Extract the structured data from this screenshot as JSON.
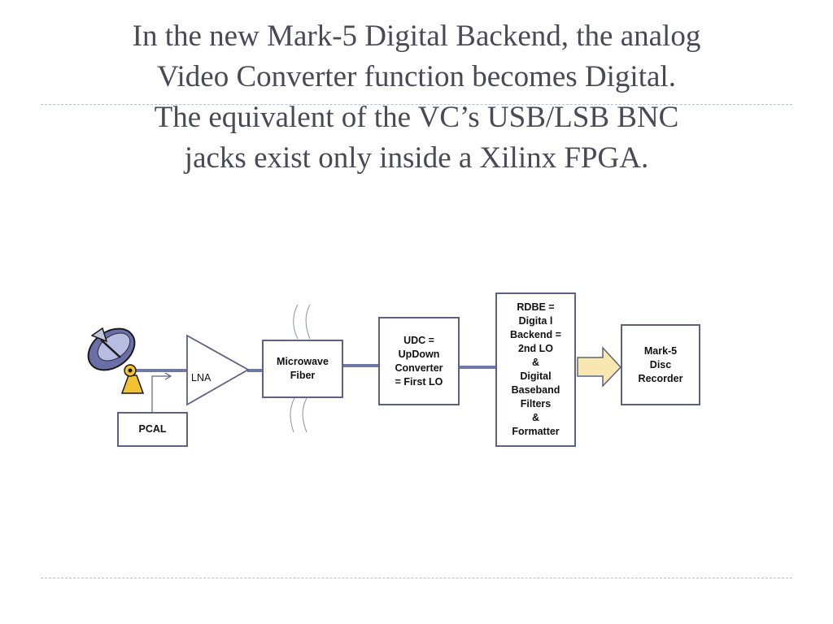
{
  "slide": {
    "title_lines": [
      "In the new Mark-5 Digital Backend, the analog",
      "Video Converter function becomes Digital.",
      "The equivalent of the VC’s USB/LSB BNC",
      "jacks exist only inside a Xilinx FPGA."
    ]
  },
  "diagram": {
    "antenna_icon": "satellite-dish-icon",
    "lna_label": "LNA",
    "pcal_label": "PCAL",
    "microwave_fiber_lines": [
      "Microwave",
      "Fiber"
    ],
    "udc_lines": [
      "UDC =",
      "UpDown",
      "Converter",
      "= First LO"
    ],
    "rdbe_lines": [
      "RDBE =",
      "Digita l",
      "Backend =",
      "2nd LO",
      "&",
      "Digital",
      "Baseband",
      "Filters",
      "&",
      "Formatter"
    ],
    "mark5_lines": [
      "Mark-5",
      "Disc",
      "Recorder"
    ],
    "colors": {
      "box_border": "#5b6380",
      "signal_line": "#6e7aa5",
      "arrow_fill": "#f8e7b0",
      "arrow_stroke": "#5b6380",
      "title_text": "#4a4a56",
      "rule": "#a9c4d6"
    }
  }
}
